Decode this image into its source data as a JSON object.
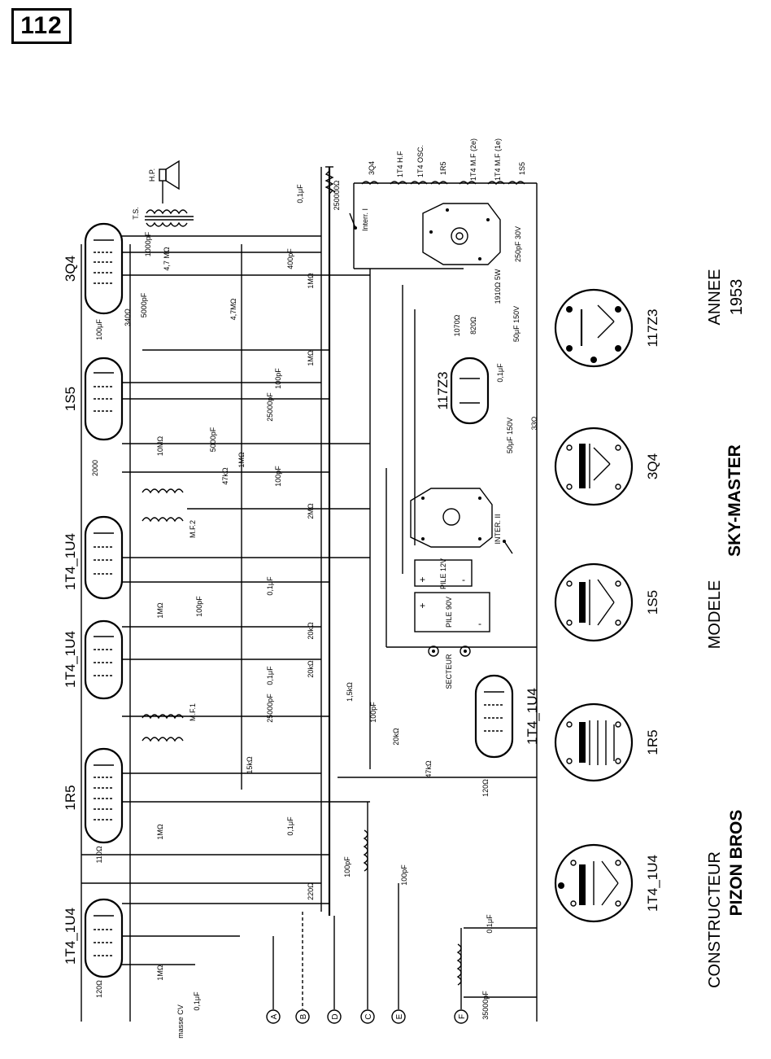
{
  "page_number": "112",
  "tubes_row": [
    {
      "label": "3Q4"
    },
    {
      "label": "1S5"
    },
    {
      "label": "1T4_1U4"
    },
    {
      "label": "1T4_1U4"
    },
    {
      "label": "1R5"
    },
    {
      "label": "1T4_1U4"
    }
  ],
  "detector_tube": {
    "label": "1T4_1U4"
  },
  "rectifier_tube": {
    "label": "117Z3"
  },
  "top_taps": [
    "3Q4",
    "1T4 H.F",
    "1T4 OSC.",
    "1R5",
    "1T4 M.F (2e)",
    "1T4 M.F (1e)",
    "1S5"
  ],
  "speaker": {
    "label": "H.P.",
    "transformer_label": "T.S."
  },
  "transformers": {
    "mf1": "M.F.1",
    "mf2": "M.F.2"
  },
  "component_values": [
    "1000pF",
    "4,7 MΩ",
    "5000pF",
    "340Ω",
    "100μF",
    "400pF",
    "1MΩ",
    "0,1μF",
    "250000Ω",
    "4,7MΩ",
    "1MΩ",
    "100pF",
    "25000pF",
    "5000pF",
    "10MΩ",
    "2000",
    "1MΩ",
    "47kΩ",
    "100pF",
    "2MΩ",
    "0,1μF",
    "1MΩ",
    "100pF",
    "20kΩ",
    "20kΩ",
    "0,1μF",
    "25000pF",
    "1,5kΩ",
    "15kΩ",
    "110Ω",
    "1MΩ",
    "0,1μF",
    "220Ω",
    "100pF",
    "120Ω",
    "1MΩ",
    "0,1μF",
    "100pF",
    "20kΩ",
    "47kΩ",
    "120Ω",
    "100pF",
    "0,1μF",
    "35000pF",
    "1910Ω 5W",
    "250pF 30V",
    "820Ω",
    "1070Ω",
    "50μF 150V",
    "0,1μF",
    "50μF 150V",
    "33Ω"
  ],
  "switches": {
    "inter1": "Interr. I",
    "inter2": "INTER. II"
  },
  "batteries": [
    {
      "label": "PILE 12V",
      "plus": "+",
      "minus": "-"
    },
    {
      "label": "PILE 90V",
      "plus": "+",
      "minus": "-"
    }
  ],
  "mains_label": "SECTEUR",
  "terminals": [
    "A",
    "B",
    "D",
    "C",
    "E",
    "F"
  ],
  "ground_label": "masse CV",
  "pinouts": [
    {
      "label": "117Z3"
    },
    {
      "label": "3Q4"
    },
    {
      "label": "1S5"
    },
    {
      "label": "1R5"
    },
    {
      "label": "1T4_1U4"
    }
  ],
  "info": {
    "annee_label": "ANNEE",
    "annee_value": "1953",
    "modele_label": "MODELE",
    "modele_value": "SKY-MASTER",
    "constructeur_label": "CONSTRUCTEUR",
    "constructeur_value": "PIZON BROS"
  }
}
